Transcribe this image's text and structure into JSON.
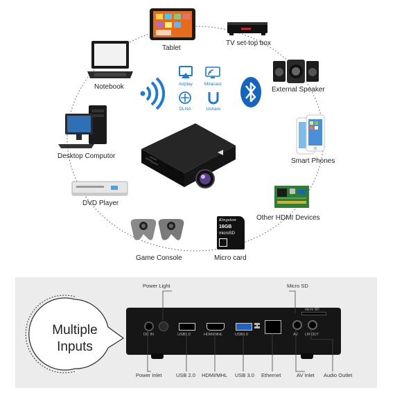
{
  "top": {
    "devices": {
      "tablet": "Tablet",
      "tv_box": "TV set-top box",
      "notebook": "Notebook",
      "external_speaker": "External Speaker",
      "desktop_computer": "Desktop Computor",
      "smart_phones": "Smart Phones",
      "dvd_player": "DVD Player",
      "other_hdmi": "Other HDMI Devices",
      "game_console": "Game Console",
      "micro_card": "Micro card"
    },
    "wireless": {
      "airplay": "Airplay",
      "miracast": "Miracast",
      "dlna": "DLNA",
      "ushare": "Ushare"
    },
    "microsd": {
      "brand": "Kingston",
      "capacity": "16GB",
      "type": "microSD"
    }
  },
  "bottom": {
    "badge": {
      "line1": "Multiple",
      "line2": "Inputs"
    },
    "callouts_top": {
      "power_light": "Power Light",
      "micro_sd": "Micro SD"
    },
    "callouts_bottom": {
      "power_inlet": "Power Inlet",
      "usb20": "USB 2.0",
      "hdmi_mhl": "HDMI/MHL",
      "usb30": "USB 3.0",
      "ethernet": "Ethernet",
      "av_inlet": "AV Inlet",
      "audio_outlet": "Audio Outlet"
    },
    "port_print": {
      "dcin": "DC IN",
      "usb20": "USB2.0",
      "hdmi": "HDMI/MHL",
      "usb30": "USB3.0",
      "av": "AV",
      "microsd": "micro SD",
      "audio": "L/R OUT"
    }
  },
  "colors": {
    "accent_blue": "#1e7ad6",
    "bluetooth_blue": "#1565c0",
    "bottom_bg": "#ececec",
    "device_black": "#161616"
  }
}
